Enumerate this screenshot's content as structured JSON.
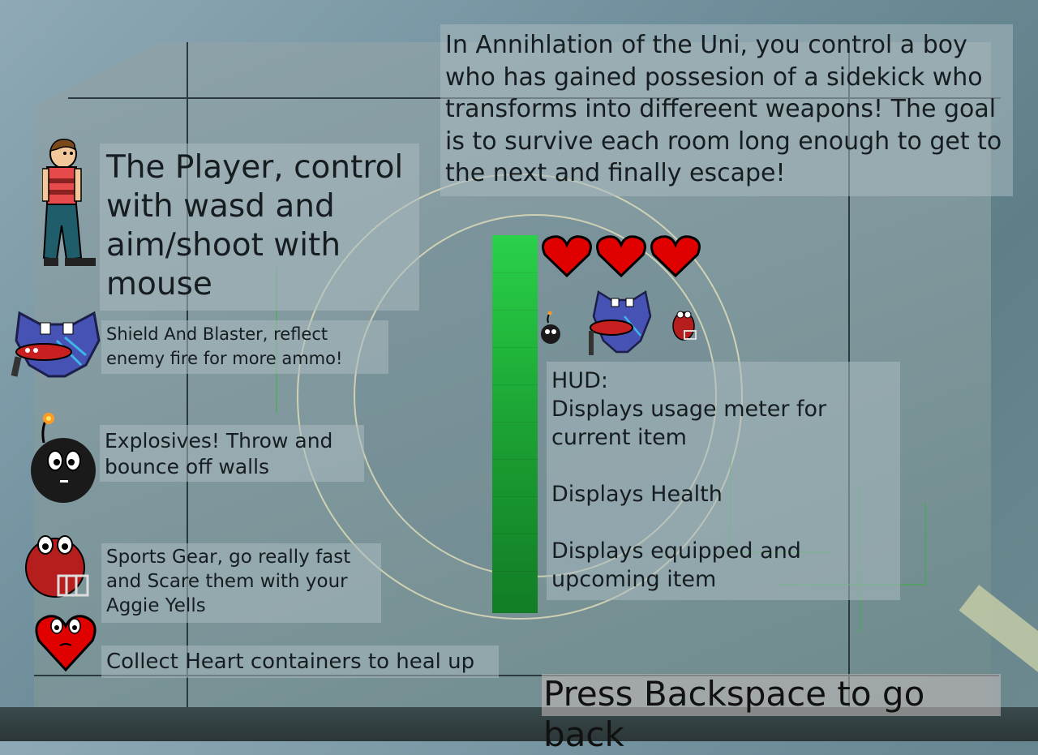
{
  "intro": "In Annihlation of the Uni, you control a boy who has gained possesion of a sidekick who transforms into differeent weapons! The goal is to survive each room long enough to get to the next and finally escape!",
  "player": {
    "text": "The Player, control with wasd and aim/shoot with mouse"
  },
  "items": [
    {
      "icon": "shield-blaster-icon",
      "text": "Shield And Blaster, reflect enemy fire for more ammo!"
    },
    {
      "icon": "bomb-icon",
      "text": "Explosives! Throw and bounce off walls"
    },
    {
      "icon": "sports-gear-icon",
      "text": "Sports Gear, go really fast and Scare them with your Aggie Yells"
    },
    {
      "icon": "heart-container-icon",
      "text": "Collect Heart containers to heal up"
    }
  ],
  "hud": {
    "title": "HUD:",
    "line1": "Displays usage meter for current item",
    "line2": "Displays Health",
    "line3": "Displays equipped and upcoming item",
    "health": 3,
    "meter_level": 1.0
  },
  "back": "Press Backspace to go back",
  "colors": {
    "meter": "#22c244",
    "heart": "#e00000",
    "text": "#161d20"
  }
}
